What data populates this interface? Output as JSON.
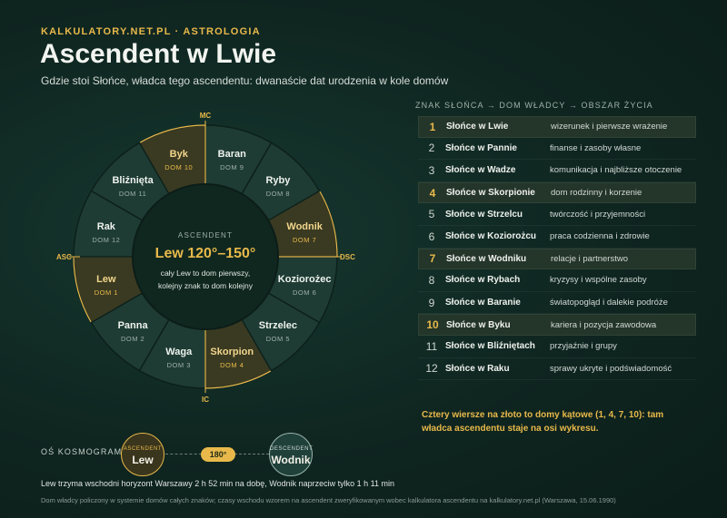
{
  "brand": "KALKULATORY.NET.PL · ASTROLOGIA",
  "title": "Ascendent w Lwie",
  "subtitle": "Gdzie stoi Słońce, władca tego ascendentu: dwanaście dat urodzenia w kole domów",
  "wheel": {
    "center_kicker": "ASCENDENT",
    "center_title": "Lew 120°–150°",
    "center_line1": "cały Lew to dom pierwszy,",
    "center_line2": "kolejny znak to dom kolejny",
    "axis": {
      "mc": "MC",
      "ic": "IC",
      "asc": "ASC",
      "dsc": "DSC"
    },
    "sectors": [
      {
        "sign": "Lew",
        "house": "DOM 1",
        "angular": true
      },
      {
        "sign": "Panna",
        "house": "DOM 2",
        "angular": false
      },
      {
        "sign": "Waga",
        "house": "DOM 3",
        "angular": false
      },
      {
        "sign": "Skorpion",
        "house": "DOM 4",
        "angular": true
      },
      {
        "sign": "Strzelec",
        "house": "DOM 5",
        "angular": false
      },
      {
        "sign": "Koziorożec",
        "house": "DOM 6",
        "angular": false
      },
      {
        "sign": "Wodnik",
        "house": "DOM 7",
        "angular": true
      },
      {
        "sign": "Ryby",
        "house": "DOM 8",
        "angular": false
      },
      {
        "sign": "Baran",
        "house": "DOM 9",
        "angular": false
      },
      {
        "sign": "Byk",
        "house": "DOM 10",
        "angular": true
      },
      {
        "sign": "Bliźnięta",
        "house": "DOM 11",
        "angular": false
      },
      {
        "sign": "Rak",
        "house": "DOM 12",
        "angular": false
      }
    ]
  },
  "table": {
    "header": "ZNAK SŁOŃCA → DOM WŁADCY → OBSZAR ŻYCIA",
    "rows": [
      {
        "num": "1",
        "sign": "Słońce w Lwie",
        "area": "wizerunek i pierwsze wrażenie",
        "hl": true
      },
      {
        "num": "2",
        "sign": "Słońce w Pannie",
        "area": "finanse i zasoby własne",
        "hl": false
      },
      {
        "num": "3",
        "sign": "Słońce w Wadze",
        "area": "komunikacja i najbliższe otoczenie",
        "hl": false
      },
      {
        "num": "4",
        "sign": "Słońce w Skorpionie",
        "area": "dom rodzinny i korzenie",
        "hl": true
      },
      {
        "num": "5",
        "sign": "Słońce w Strzelcu",
        "area": "twórczość i przyjemności",
        "hl": false
      },
      {
        "num": "6",
        "sign": "Słońce w Koziorożcu",
        "area": "praca codzienna i zdrowie",
        "hl": false
      },
      {
        "num": "7",
        "sign": "Słońce w Wodniku",
        "area": "relacje i partnerstwo",
        "hl": true
      },
      {
        "num": "8",
        "sign": "Słońce w Rybach",
        "area": "kryzysy i wspólne zasoby",
        "hl": false
      },
      {
        "num": "9",
        "sign": "Słońce w Baranie",
        "area": "światopogląd i dalekie podróże",
        "hl": false
      },
      {
        "num": "10",
        "sign": "Słońce w Byku",
        "area": "kariera i pozycja zawodowa",
        "hl": true
      },
      {
        "num": "11",
        "sign": "Słońce w Bliźniętach",
        "area": "przyjaźnie i grupy",
        "hl": false
      },
      {
        "num": "12",
        "sign": "Słońce w Raku",
        "area": "sprawy ukryte i podświadomość",
        "hl": false
      }
    ]
  },
  "note": "Cztery wiersze na złoto to domy kątowe (1, 4, 7, 10): tam władca ascendentu staje na osi wykresu.",
  "cosmogram": {
    "label": "OŚ KOSMOGRAMU",
    "asc_small": "ASCENDENT",
    "asc_big": "Lew",
    "angle": "180°",
    "desc_small": "DESCENDENT",
    "desc_big": "Wodnik",
    "text": "Lew trzyma wschodni horyzont Warszawy 2 h 52 min na dobę, Wodnik naprzeciw tylko 1 h 11 min"
  },
  "footer": "Dom władcy policzony w systemie domów całych znaków; czasy wschodu wzorem na ascendent zweryfikowanym wobec kalkulatora ascendentu na kalkulatory.net.pl (Warszawa, 15.06.1990)",
  "colors": {
    "gold": "#e8b94a",
    "sector": "#1e3c34",
    "angular_sector": "#3a3a22",
    "background": "#0f2520"
  }
}
